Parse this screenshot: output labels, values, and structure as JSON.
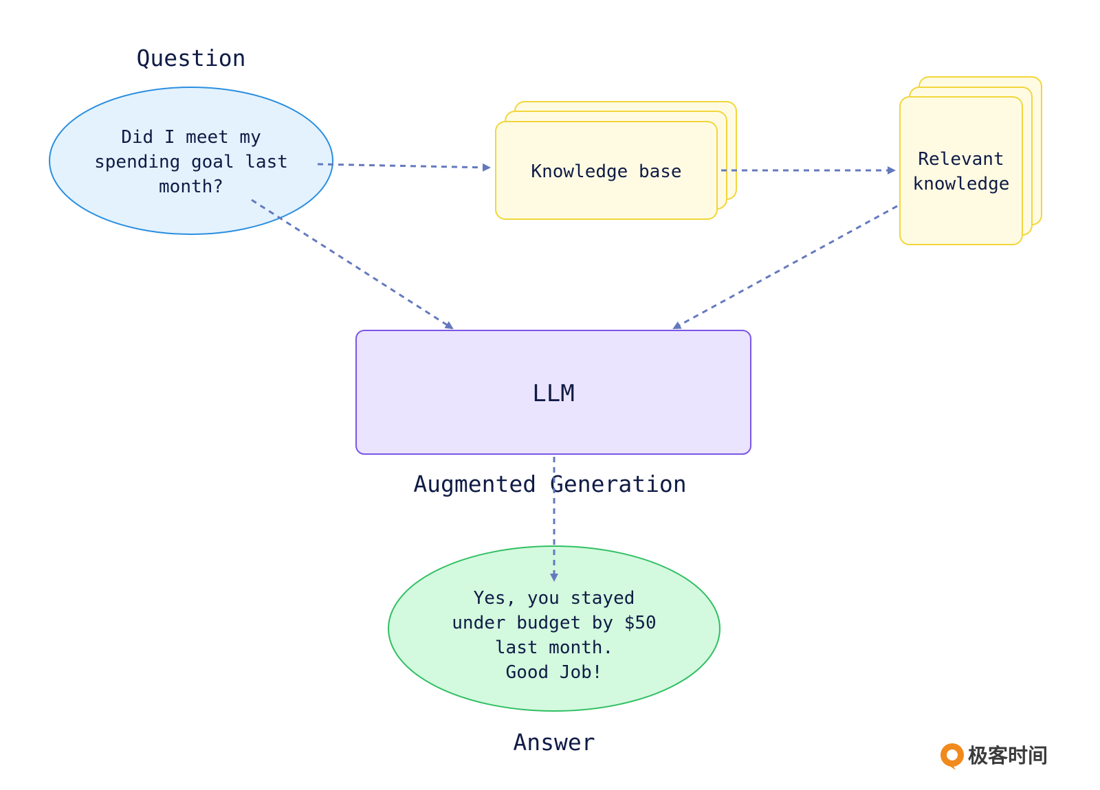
{
  "headings": {
    "question": "Question",
    "augmented_generation": "Augmented Generation",
    "answer": "Answer"
  },
  "nodes": {
    "question": {
      "lines": [
        "Did I meet my",
        "spending goal last",
        "month?"
      ]
    },
    "knowledge_base": {
      "lines": [
        "Knowledge base"
      ]
    },
    "relevant_knowledge": {
      "lines": [
        "Relevant",
        "knowledge"
      ]
    },
    "llm": {
      "lines": [
        "LLM"
      ]
    },
    "answer": {
      "lines": [
        "Yes, you stayed",
        "under budget by $50",
        "last month.",
        "Good Job!"
      ]
    }
  },
  "watermark": {
    "text": "极客时间",
    "icon": "geektime-logo-icon"
  },
  "colors": {
    "question_fill": "#e3f2fd",
    "question_stroke": "#2a8ee0",
    "doc_fill": "#fffbe3",
    "doc_stroke": "#f2d63a",
    "llm_fill": "#ebe4ff",
    "llm_stroke": "#7a55e6",
    "answer_fill": "#d3f9de",
    "answer_stroke": "#2fbf62",
    "edge": "#6479bd",
    "text": "#0f1b45",
    "brand": "#f08a1c"
  }
}
